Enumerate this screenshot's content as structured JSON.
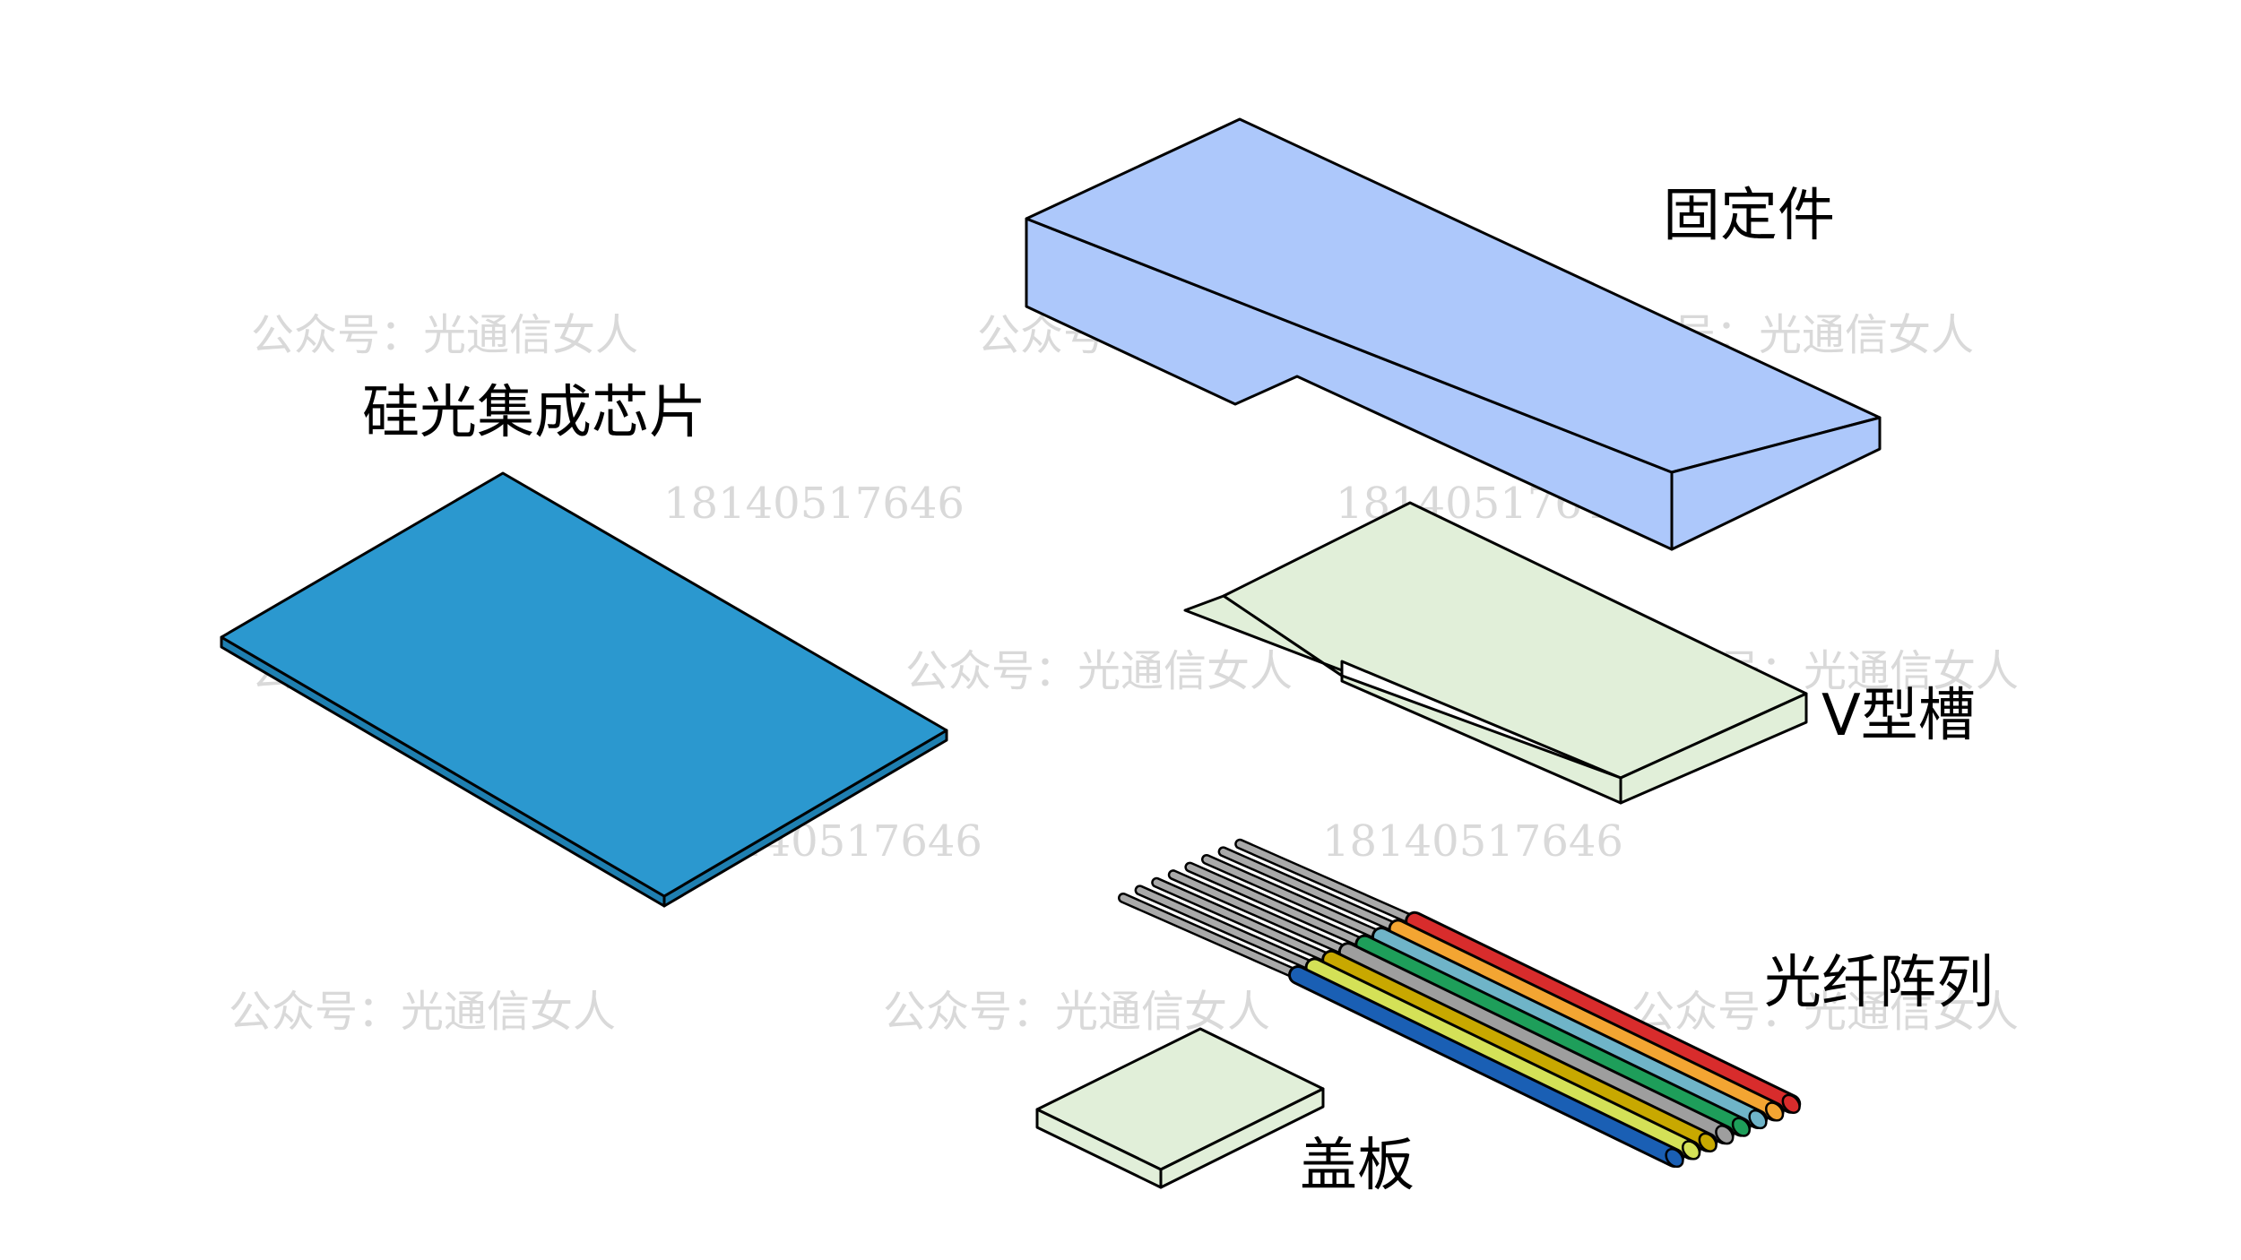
{
  "labels": {
    "chip": "硅光集成芯片",
    "fixture": "固定件",
    "vgroove": "V型槽",
    "fiber_array": "光纤阵列",
    "cover": "盖板"
  },
  "watermarks": {
    "account": "公众号：光通信女人",
    "phone": "18140517646"
  },
  "colors": {
    "chip_top": "#2b98cf",
    "chip_side": "#1f7fb0",
    "fixture": "#adc8fb",
    "vgroove": "#e1efd9",
    "cover": "#e1efd9",
    "fiber_bare": "#a9a9a9",
    "fibers": [
      "#1a5fb4",
      "#d4e157",
      "#c8a800",
      "#9e9e9e",
      "#1e9e5a",
      "#6fb4c8",
      "#f3a532",
      "#d82c2c"
    ]
  }
}
